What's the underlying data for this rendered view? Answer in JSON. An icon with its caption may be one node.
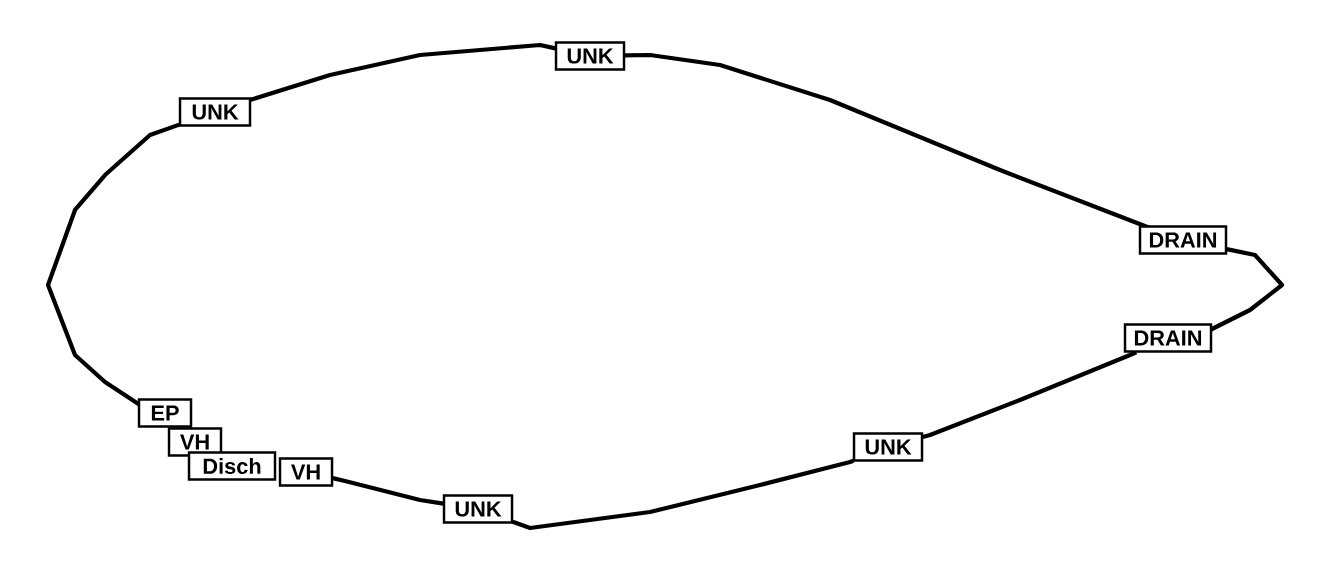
{
  "diagram": {
    "nodes": [
      {
        "text": [
          "UNK"
        ]
      },
      {
        "text": [
          "UNK"
        ]
      },
      {
        "text": [
          "DRAIN"
        ]
      },
      {
        "text": [
          "DRAIN"
        ]
      },
      {
        "text": [
          "UNK"
        ]
      },
      {
        "text": [
          "UNK"
        ]
      },
      {
        "text": [
          "VH"
        ]
      },
      {
        "text": [
          "Disch"
        ]
      },
      {
        "text": [
          "VH"
        ]
      },
      {
        "text": [
          "EP"
        ]
      }
    ],
    "edges": [
      {
        "from": 9,
        "to": 0,
        "arrow": "none"
      },
      {
        "from": 0,
        "to": 1,
        "arrow": "none"
      },
      {
        "from": 1,
        "to": 2,
        "arrow": "none"
      },
      {
        "from": 2,
        "to": 3,
        "arrow": "none"
      },
      {
        "from": 3,
        "to": 4,
        "arrow": "none"
      },
      {
        "from": 4,
        "to": 5,
        "arrow": "none"
      },
      {
        "from": 5,
        "to": 6,
        "arrow": "none"
      }
    ]
  }
}
